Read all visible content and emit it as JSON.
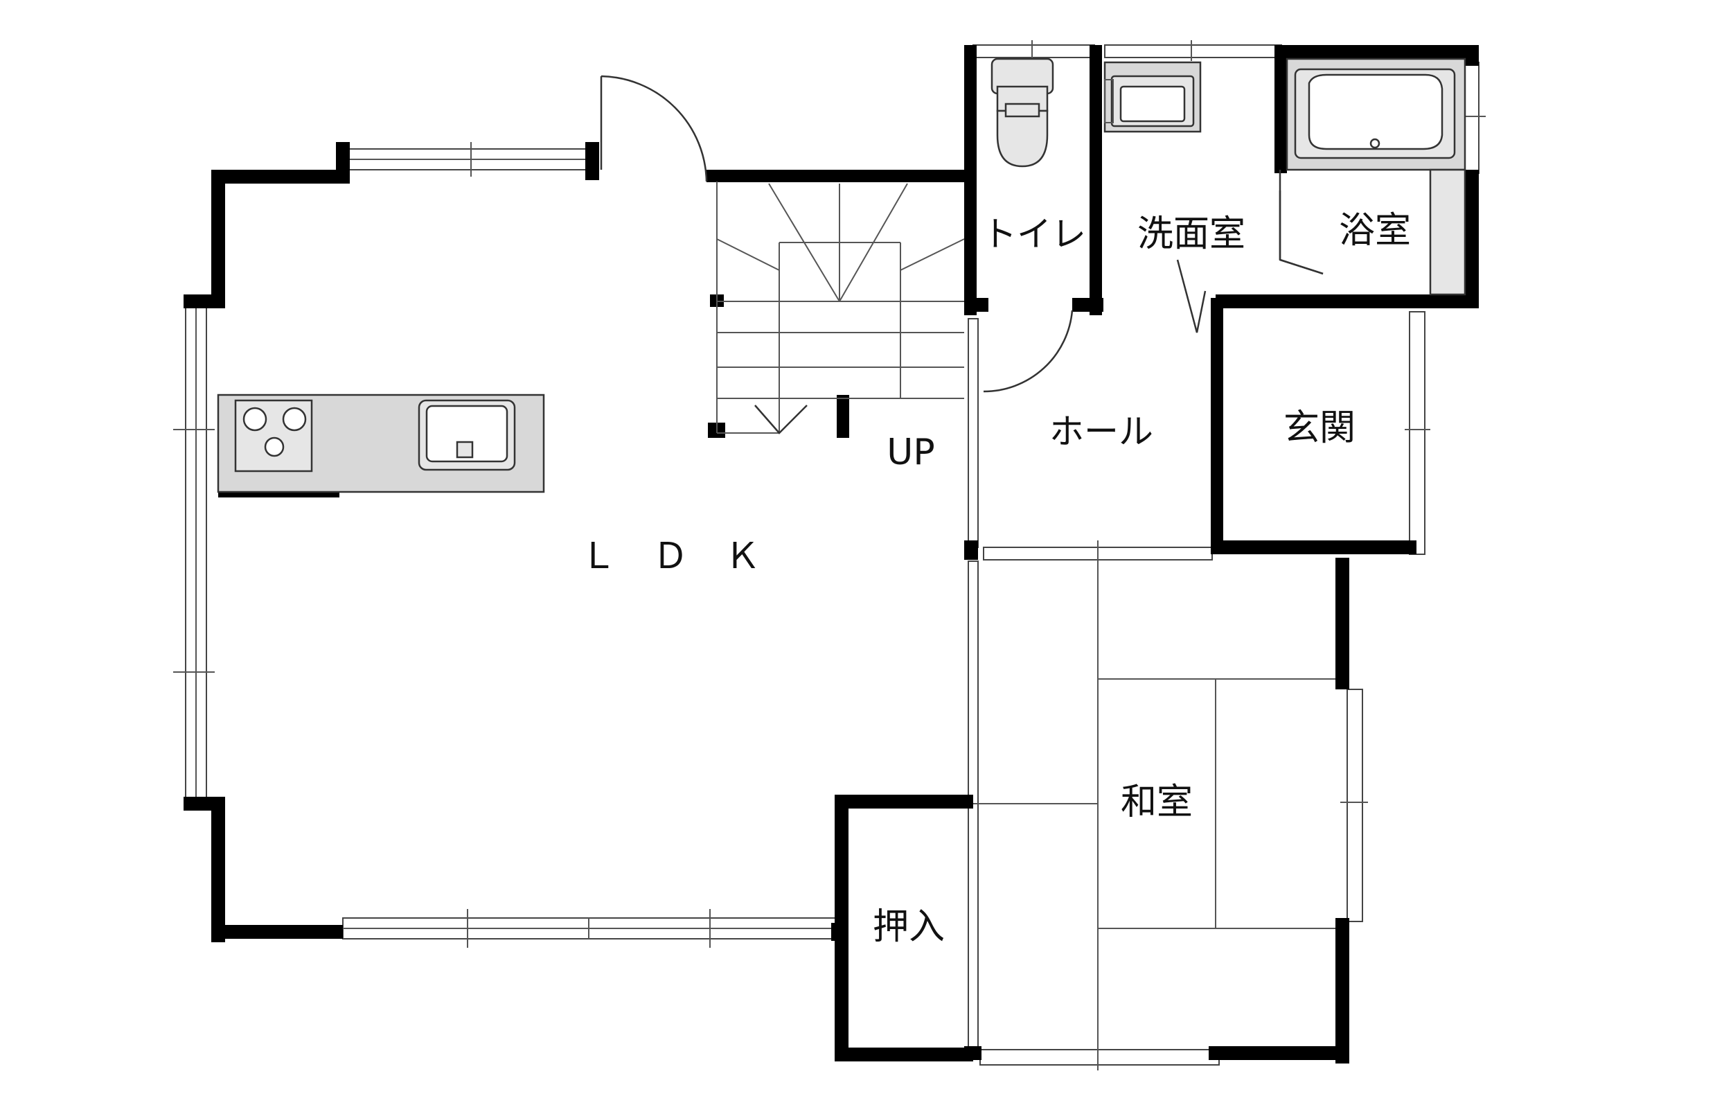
{
  "rooms": {
    "ldk": "Ｌ　Ｄ　Ｋ",
    "toilet": "トイレ",
    "washroom": "洗面室",
    "bathroom": "浴室",
    "hall": "ホール",
    "entrance": "玄関",
    "japanese_room": "和室",
    "closet": "押入"
  },
  "stairs": {
    "up_label": "UP"
  },
  "colors": {
    "wall": "#000000",
    "fixture": "#d8d8d8",
    "background": "#ffffff"
  }
}
